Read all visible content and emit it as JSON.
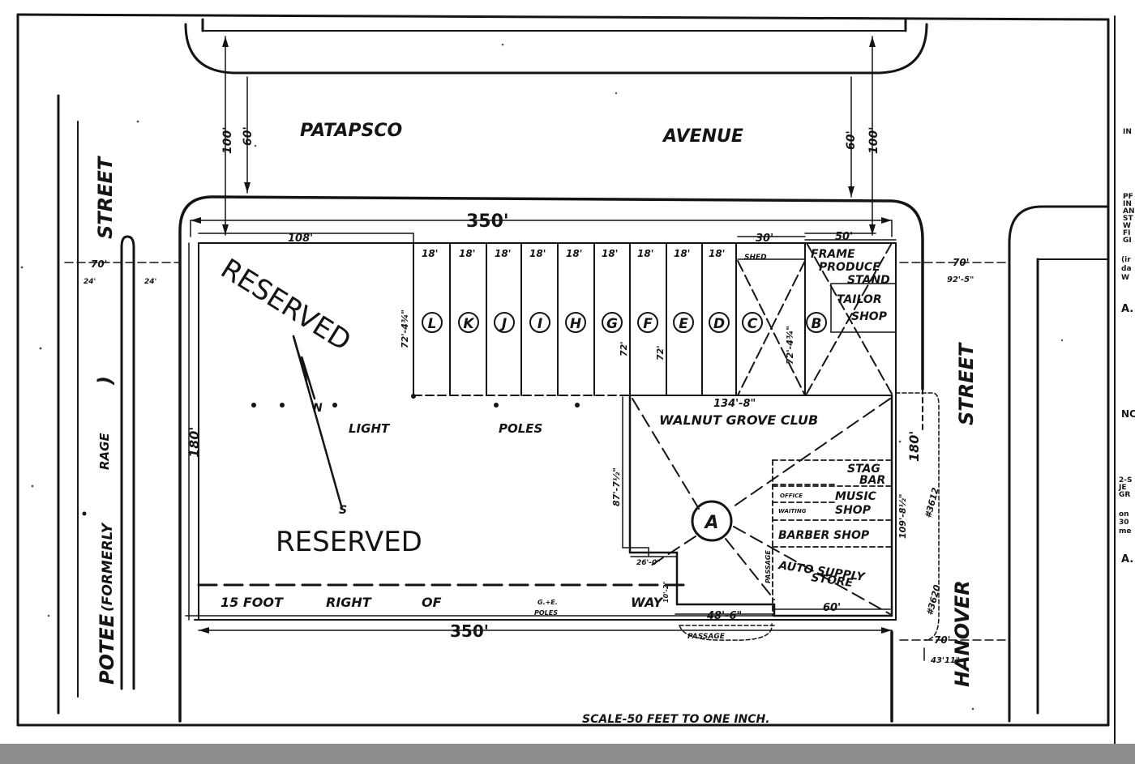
{
  "streets": {
    "top": [
      "PATAPSCO",
      "AVENUE"
    ],
    "left_parts": [
      "STREET",
      ")",
      "RAGE",
      "(FORMERLY",
      "POTEE"
    ],
    "right_upper": "STREET",
    "right_lower": "HANOVER"
  },
  "labels": {
    "reserved_1": "RESERVED",
    "reserved_2": "RESERVED",
    "light": "LIGHT",
    "poles": "POLES",
    "row_1": "15 FOOT",
    "row_2": "RIGHT",
    "row_3": "OF",
    "row_4": "WAY",
    "ge_poles_1": "G.⁠+E.",
    "ge_poles_2": "POLES",
    "club": "WALNUT GROVE CLUB",
    "produce_1": "FRAME",
    "produce_2": "PRODUCE",
    "produce_3": "STAND",
    "tailor_1": "TAILOR",
    "tailor_2": "SHOP",
    "shed": "SHED",
    "stag_1": "STAG",
    "stag_2": "BAR",
    "music_1": "MUSIC",
    "music_2": "SHOP",
    "barber": "BARBER SHOP",
    "auto_1": "AUTO SUPPLY",
    "auto_2": "STORE",
    "passage_1": "PASSAGE",
    "passage_2": "PASSAGE",
    "office": "OFFICE",
    "waiting": "WAITING",
    "scale": "SCALE-50 FEET TO ONE INCH."
  },
  "lots": [
    "L",
    "K",
    "J",
    "I",
    "H",
    "G",
    "F",
    "E",
    "D",
    "C",
    "B"
  ],
  "marker_a": "A",
  "dimensions": {
    "top_350": "350'",
    "bottom_350": "350'",
    "d_108": "108'",
    "lot_18": "18'",
    "d_30": "30'",
    "d_50": "50'",
    "d_70": "70'",
    "d_24": "24'",
    "d_100": "100'",
    "d_60": "60'",
    "d_180": "180'",
    "d_72_434": "72'-4¾\"",
    "d_72": "72'",
    "d_134_8": "134'-8\"",
    "d_87_7": "87'-7½\"",
    "d_109_8": "109'-8½\"",
    "d_48_6": "48'-6\"",
    "d_10": "10'-2\"",
    "d_26": "26'-0\"",
    "d_60b": "60'",
    "d_92": "92'-5\"",
    "d_43": "43'11\"",
    "d_3612": "#3612",
    "d_3620": "#3620"
  },
  "clipped_text": [
    "IN",
    "PF",
    "IN",
    "AN",
    "ST",
    "W",
    "FI",
    "GI",
    "(ir",
    "da",
    "W",
    "A.",
    "NC",
    "2-S",
    "JE",
    "GR",
    "on",
    "30",
    "me",
    "A."
  ]
}
